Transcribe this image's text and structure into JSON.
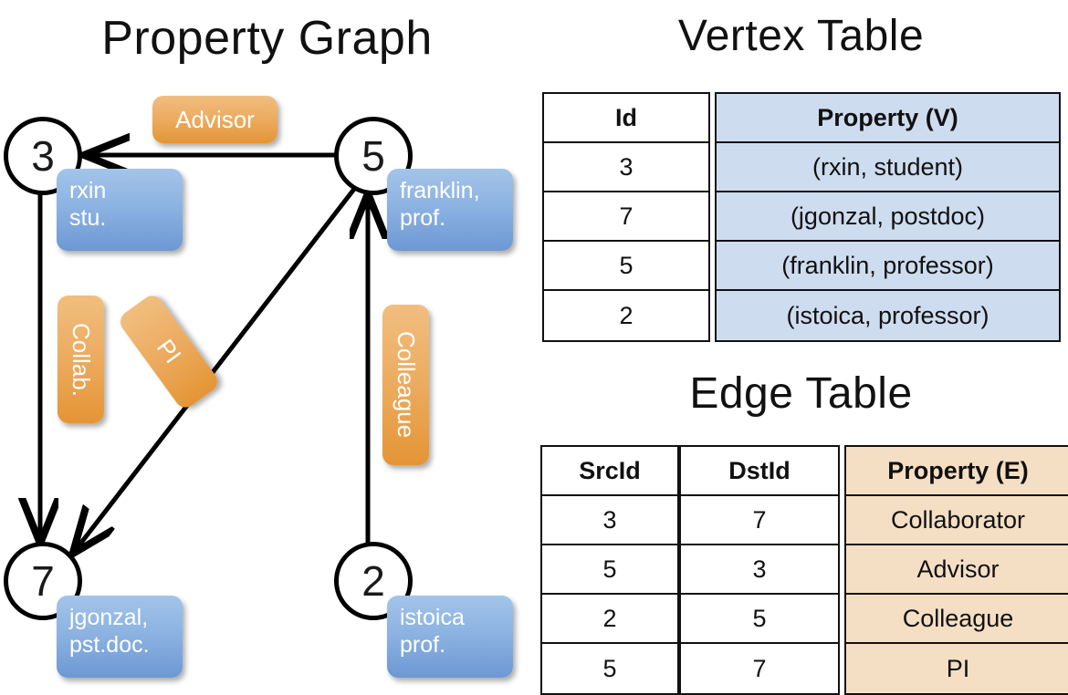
{
  "titles": {
    "property_graph": "Property Graph",
    "vertex_table": "Vertex Table",
    "edge_table": "Edge Table"
  },
  "graph": {
    "nodes": [
      {
        "id": "3",
        "property": "rxin\nstu."
      },
      {
        "id": "5",
        "property": "franklin,\nprof."
      },
      {
        "id": "7",
        "property": "jgonzal,\npst.doc."
      },
      {
        "id": "2",
        "property": "istoica\nprof."
      }
    ],
    "node_labels": {
      "n3": "3",
      "n5": "5",
      "n7": "7",
      "n2": "2"
    },
    "node_props": {
      "p3_line1": "rxin",
      "p3_line2": "stu.",
      "p5_line1": "franklin,",
      "p5_line2": "prof.",
      "p7_line1": "jgonzal,",
      "p7_line2": "pst.doc.",
      "p2_line1": "istoica",
      "p2_line2": "prof."
    },
    "edge_labels": {
      "advisor": "Advisor",
      "collab": "Collab.",
      "pi": "PI",
      "colleague": "Colleague"
    },
    "edges": [
      {
        "src": "5",
        "dst": "3",
        "label": "Advisor"
      },
      {
        "src": "3",
        "dst": "7",
        "label": "Collab."
      },
      {
        "src": "5",
        "dst": "7",
        "label": "PI"
      },
      {
        "src": "2",
        "dst": "5",
        "label": "Colleague"
      }
    ]
  },
  "vertex_table": {
    "headers": {
      "id": "Id",
      "property": "Property (V)"
    },
    "ids": [
      "3",
      "7",
      "5",
      "2"
    ],
    "properties": [
      "(rxin, student)",
      "(jgonzal, postdoc)",
      "(franklin, professor)",
      "(istoica, professor)"
    ]
  },
  "edge_table": {
    "headers": {
      "src": "SrcId",
      "dst": "DstId",
      "property": "Property (E)"
    },
    "src_ids": [
      "3",
      "5",
      "2",
      "5"
    ],
    "dst_ids": [
      "7",
      "3",
      "5",
      "7"
    ],
    "properties": [
      "Collaborator",
      "Advisor",
      "Colleague",
      "PI"
    ]
  },
  "colors": {
    "vertex_cell": "#cedcef",
    "edge_cell": "#f5dfc4",
    "node_box": "#8db3e2",
    "label_box": "#ecab5f",
    "stroke": "#111111"
  }
}
